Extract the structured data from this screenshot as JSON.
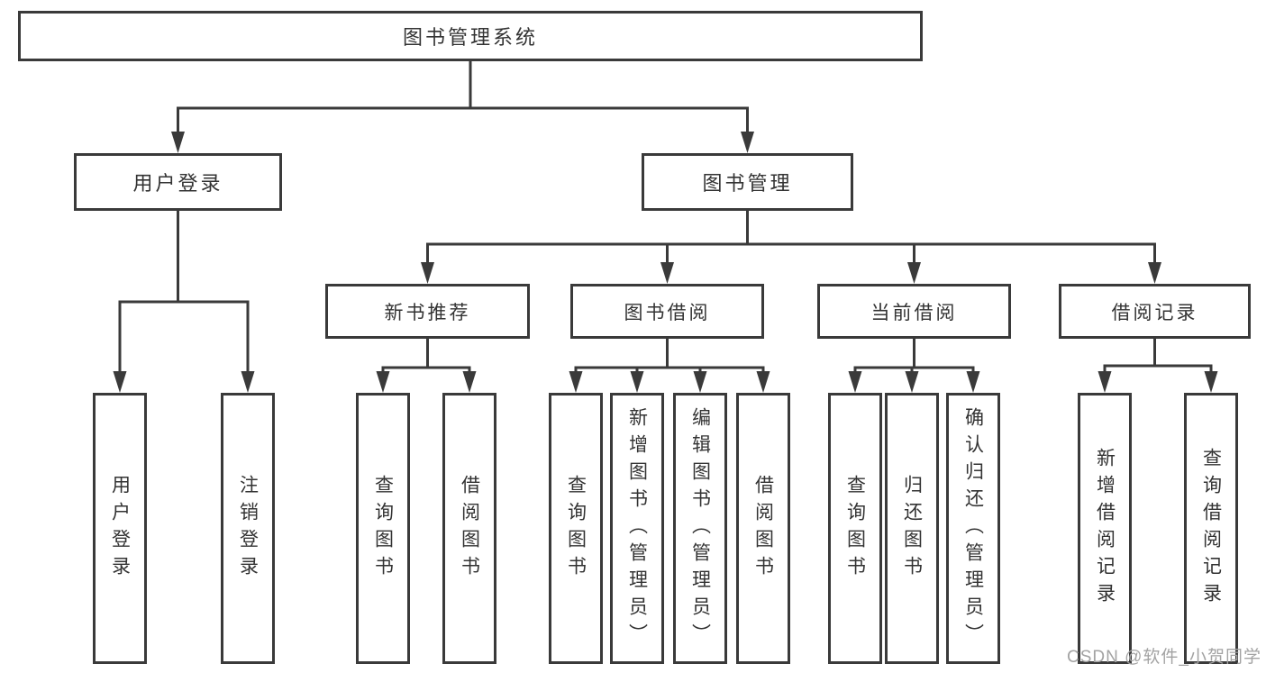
{
  "title": "图书管理系统",
  "watermark": "CSDN @软件_小贺同学",
  "colors": {
    "line": "#3a3a3a",
    "box_border": "#3a3a3a",
    "text": "#333333",
    "background": "#ffffff",
    "watermark": "#a3a3a3"
  },
  "nodes": {
    "root": {
      "label": "图书管理系统"
    },
    "user_login": {
      "label": "用户登录",
      "parent": "root"
    },
    "book_mgmt": {
      "label": "图书管理",
      "parent": "root"
    },
    "new_book": {
      "label": "新书推荐",
      "parent": "book_mgmt"
    },
    "book_borrow": {
      "label": "图书借阅",
      "parent": "book_mgmt"
    },
    "current_borrow": {
      "label": "当前借阅",
      "parent": "book_mgmt"
    },
    "borrow_records": {
      "label": "借阅记录",
      "parent": "book_mgmt"
    },
    "ul_user_login": {
      "label": "用户登录",
      "parent": "user_login"
    },
    "ul_logout": {
      "label": "注销登录",
      "parent": "user_login"
    },
    "nb_query": {
      "label": "查询图书",
      "parent": "new_book"
    },
    "nb_borrow": {
      "label": "借阅图书",
      "parent": "new_book"
    },
    "bb_query": {
      "label": "查询图书",
      "parent": "book_borrow"
    },
    "bb_add": {
      "label": "新增图书（管理员）",
      "parent": "book_borrow"
    },
    "bb_edit": {
      "label": "编辑图书（管理员）",
      "parent": "book_borrow"
    },
    "bb_borrow": {
      "label": "借阅图书",
      "parent": "book_borrow"
    },
    "cb_query": {
      "label": "查询图书",
      "parent": "current_borrow"
    },
    "cb_return": {
      "label": "归还图书",
      "parent": "current_borrow"
    },
    "cb_confirm": {
      "label": "确认归还（管理员）",
      "parent": "current_borrow"
    },
    "br_add": {
      "label": "新增借阅记录",
      "parent": "borrow_records"
    },
    "br_query": {
      "label": "查询借阅记录",
      "parent": "borrow_records"
    }
  }
}
